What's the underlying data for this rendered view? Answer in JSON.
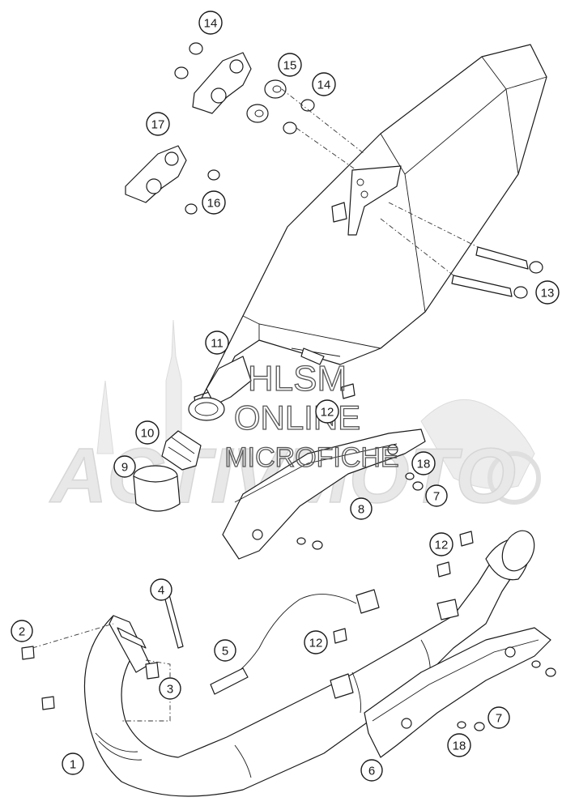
{
  "diagram": {
    "callouts": [
      {
        "id": "c1",
        "label": "1"
      },
      {
        "id": "c2",
        "label": "2"
      },
      {
        "id": "c3",
        "label": "3"
      },
      {
        "id": "c4",
        "label": "4"
      },
      {
        "id": "c5",
        "label": "5"
      },
      {
        "id": "c6",
        "label": "6"
      },
      {
        "id": "c7a",
        "label": "7"
      },
      {
        "id": "c7b",
        "label": "7"
      },
      {
        "id": "c8",
        "label": "8"
      },
      {
        "id": "c9",
        "label": "9"
      },
      {
        "id": "c10",
        "label": "10"
      },
      {
        "id": "c11",
        "label": "11"
      },
      {
        "id": "c12a",
        "label": "12"
      },
      {
        "id": "c12b",
        "label": "12"
      },
      {
        "id": "c12c",
        "label": "12"
      },
      {
        "id": "c13",
        "label": "13"
      },
      {
        "id": "c14a",
        "label": "14"
      },
      {
        "id": "c14b",
        "label": "14"
      },
      {
        "id": "c15",
        "label": "15"
      },
      {
        "id": "c16",
        "label": "16"
      },
      {
        "id": "c17",
        "label": "17"
      },
      {
        "id": "c18a",
        "label": "18"
      },
      {
        "id": "c18b",
        "label": "18"
      }
    ]
  },
  "watermark": {
    "line1": "HLSM",
    "line2": "ONLINE",
    "line3": "MICROFICHE",
    "background": "ACTIVMOTO"
  }
}
